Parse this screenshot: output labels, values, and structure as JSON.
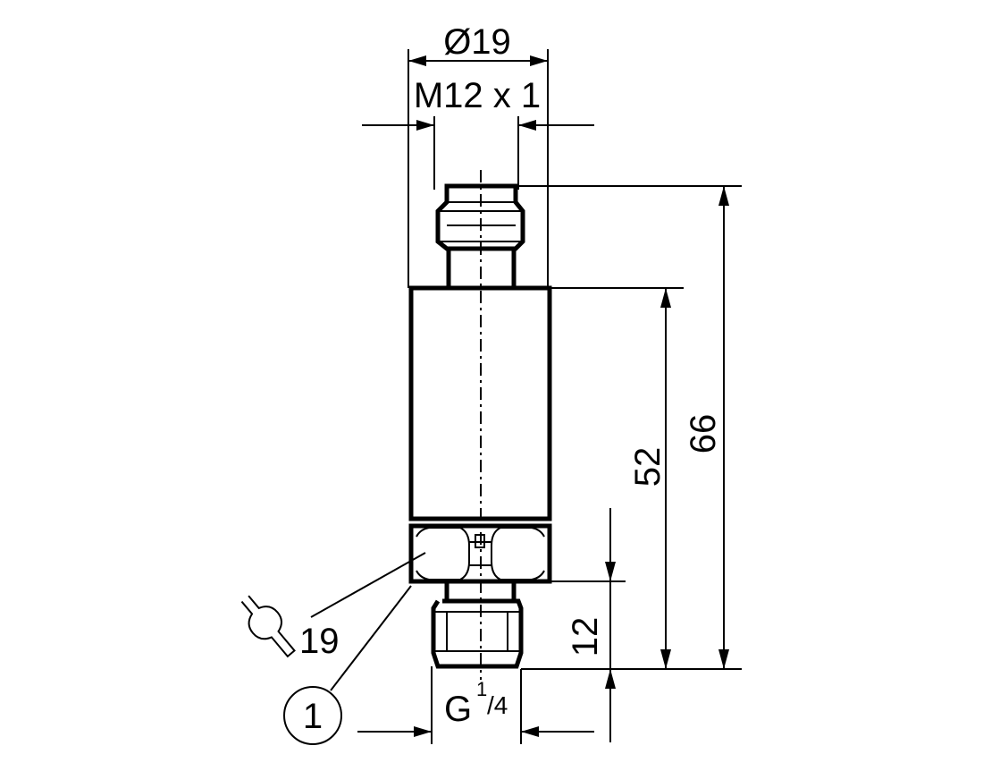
{
  "dimensions": {
    "diameter": "Ø19",
    "thread_top": "M12 x 1",
    "height_52": "52",
    "height_66": "66",
    "height_12": "12",
    "thread_bottom_main": "G",
    "thread_bottom_num": "1",
    "thread_bottom_den": "/4"
  },
  "wrench": {
    "size": "19",
    "icon": "wrench-icon"
  },
  "callout": {
    "number": "1"
  }
}
